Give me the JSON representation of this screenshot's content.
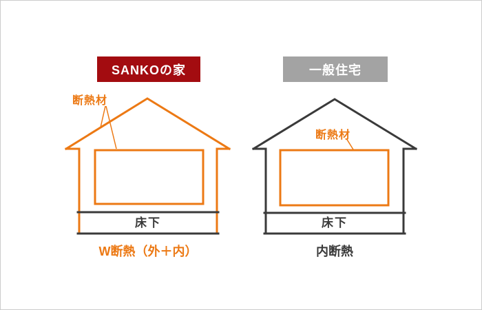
{
  "page": {
    "background": "#ffffff"
  },
  "colors": {
    "brand_red": "#a30c10",
    "badge_gray": "#a3a3a3",
    "orange": "#ec7914",
    "dark": "#3a3a3a",
    "border_color": "#cccccc"
  },
  "left_house": {
    "badge_label": "SANKOの家",
    "insulation_label": "断熱材",
    "floor_label": "床下",
    "caption": "W断熱（外＋内）"
  },
  "right_house": {
    "badge_label": "一般住宅",
    "insulation_label": "断熱材",
    "floor_label": "床下",
    "caption": "内断熱"
  }
}
